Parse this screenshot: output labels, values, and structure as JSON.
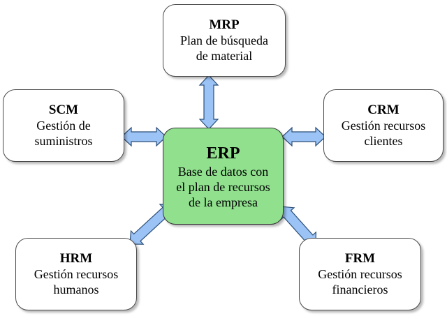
{
  "center": {
    "abbr": "ERP",
    "desc": "Base de datos con\nel plan de recursos\nde la empresa",
    "fill": "#90e08e"
  },
  "modules": {
    "mrp": {
      "abbr": "MRP",
      "desc": "Plan de búsqueda\nde material"
    },
    "scm": {
      "abbr": "SCM",
      "desc": "Gestión de\nsuministros"
    },
    "crm": {
      "abbr": "CRM",
      "desc": "Gestión recursos\nclientes"
    },
    "hrm": {
      "abbr": "HRM",
      "desc": "Gestión recursos\nhumanos"
    },
    "frm": {
      "abbr": "FRM",
      "desc": "Gestión recursos\nfinancieros"
    }
  },
  "colors": {
    "arrow_fill": "#9cc3f5",
    "arrow_stroke": "#2b4f7a"
  }
}
